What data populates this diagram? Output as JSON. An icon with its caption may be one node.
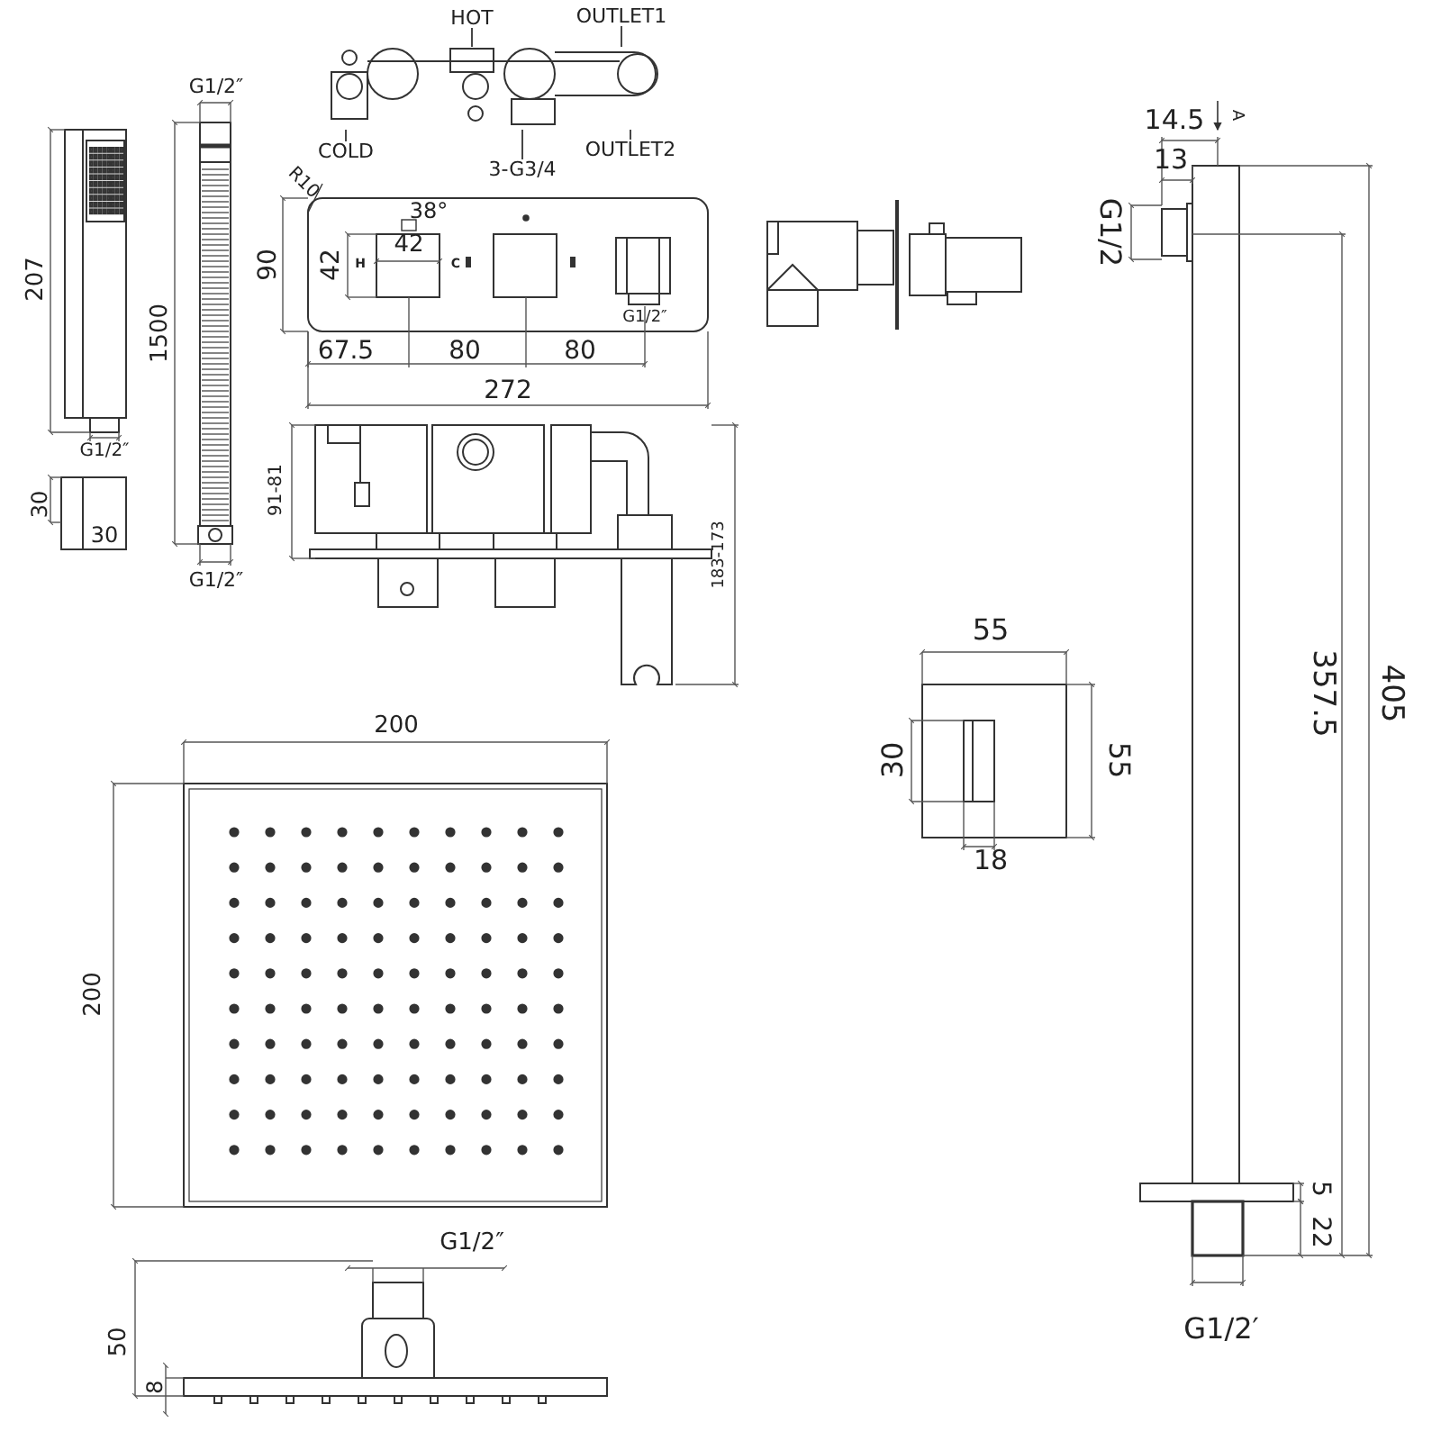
{
  "diagram": {
    "nodes": [
      {
        "text": [
          "HOT"
        ]
      },
      {
        "text": [
          "COLD"
        ]
      },
      {
        "text": [
          "OUTLET1"
        ]
      },
      {
        "text": [
          "OUTLET2"
        ]
      },
      {
        "text": [
          "3-G3/4"
        ]
      },
      {
        "text": [],
        "shape": "picture"
      }
    ],
    "edges": [
      {
        "from": 0,
        "to": 5,
        "arrow": "none"
      },
      {
        "from": 1,
        "to": 5,
        "arrow": "none"
      },
      {
        "from": 2,
        "to": 5,
        "arrow": "none"
      },
      {
        "from": 3,
        "to": 5,
        "arrow": "none"
      },
      {
        "from": 4,
        "to": 5,
        "arrow": "none"
      }
    ],
    "labels": [
      "G1/2″",
      "207",
      "1500",
      "G1/2″",
      "30",
      "30",
      "G1/2″",
      "R10",
      "38°",
      "90",
      "42",
      "42",
      "H",
      "C",
      "G1/2″",
      "67.5",
      "80",
      "80",
      "272",
      "91-81",
      "183-173",
      "55",
      "30",
      "55",
      "18",
      "14.5",
      "A",
      "13",
      "G1/2",
      "405",
      "357.5",
      "5",
      "22",
      "G1/2′",
      "200",
      "200",
      "G1/2″",
      "50",
      "8"
    ]
  }
}
